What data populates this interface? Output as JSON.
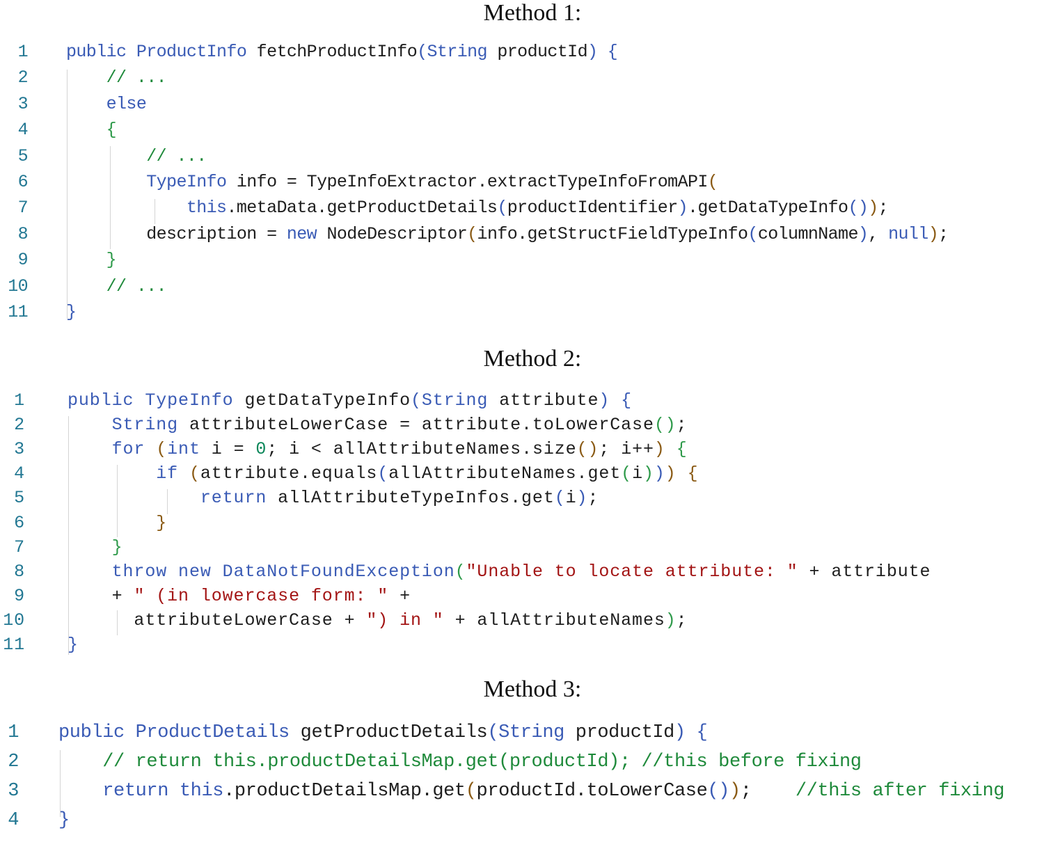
{
  "methods": [
    {
      "title": "Method 1:",
      "lines": [
        {
          "num": "1",
          "indent": "",
          "tokens": [
            [
              "kw",
              "public "
            ],
            [
              "ty",
              "ProductInfo "
            ],
            [
              "",
              "fetchProductInfo"
            ],
            [
              "b1",
              "("
            ],
            [
              "ty",
              "String "
            ],
            [
              "",
              "productId"
            ],
            [
              "b1",
              ")"
            ],
            [
              "",
              " "
            ],
            [
              "b1",
              "{"
            ]
          ]
        },
        {
          "num": "2",
          "indent": "    ",
          "tokens": [
            [
              "cm",
              "// ..."
            ]
          ]
        },
        {
          "num": "3",
          "indent": "    ",
          "tokens": [
            [
              "kw",
              "else"
            ]
          ]
        },
        {
          "num": "4",
          "indent": "    ",
          "tokens": [
            [
              "b2",
              "{"
            ]
          ]
        },
        {
          "num": "5",
          "indent": "        ",
          "tokens": [
            [
              "cm",
              "// ..."
            ]
          ]
        },
        {
          "num": "6",
          "indent": "        ",
          "tokens": [
            [
              "ty",
              "TypeInfo "
            ],
            [
              "",
              "info = TypeInfoExtractor.extractTypeInfoFromAPI"
            ],
            [
              "b3",
              "("
            ]
          ]
        },
        {
          "num": "7",
          "indent": "            ",
          "tokens": [
            [
              "kw",
              "this"
            ],
            [
              "",
              ".metaData.getProductDetails"
            ],
            [
              "b1",
              "("
            ],
            [
              "",
              "productIdentifier"
            ],
            [
              "b1",
              ")"
            ],
            [
              "",
              ".getDataTypeInfo"
            ],
            [
              "b1",
              "()"
            ],
            [
              "b3",
              ")"
            ],
            [
              "",
              ";"
            ]
          ]
        },
        {
          "num": "8",
          "indent": "        ",
          "tokens": [
            [
              "",
              "description = "
            ],
            [
              "kw",
              "new "
            ],
            [
              "",
              "NodeDescriptor"
            ],
            [
              "b3",
              "("
            ],
            [
              "",
              "info.getStructFieldTypeInfo"
            ],
            [
              "b1",
              "("
            ],
            [
              "",
              "columnName"
            ],
            [
              "b1",
              ")"
            ],
            [
              "",
              ", "
            ],
            [
              "kw",
              "null"
            ],
            [
              "b3",
              ")"
            ],
            [
              "",
              ";"
            ]
          ]
        },
        {
          "num": "9",
          "indent": "    ",
          "tokens": [
            [
              "b2",
              "}"
            ]
          ]
        },
        {
          "num": "10",
          "indent": "    ",
          "tokens": [
            [
              "cm",
              "// ..."
            ]
          ]
        },
        {
          "num": "11",
          "indent": "",
          "tokens": [
            [
              "b1",
              "}"
            ]
          ]
        }
      ]
    },
    {
      "title": "Method 2:",
      "lines": [
        {
          "num": "1",
          "indent": "",
          "tokens": [
            [
              "kw",
              "public "
            ],
            [
              "ty",
              "TypeInfo "
            ],
            [
              "",
              "getDataTypeInfo"
            ],
            [
              "b1",
              "("
            ],
            [
              "ty",
              "String "
            ],
            [
              "",
              "attribute"
            ],
            [
              "b1",
              ")"
            ],
            [
              "",
              " "
            ],
            [
              "b1",
              "{"
            ]
          ]
        },
        {
          "num": "2",
          "indent": "    ",
          "tokens": [
            [
              "ty",
              "String "
            ],
            [
              "",
              "attributeLowerCase = attribute.toLowerCase"
            ],
            [
              "b2",
              "()"
            ],
            [
              "",
              ";"
            ]
          ]
        },
        {
          "num": "3",
          "indent": "    ",
          "tokens": [
            [
              "kw",
              "for "
            ],
            [
              "b3",
              "("
            ],
            [
              "kw",
              "int "
            ],
            [
              "",
              "i = "
            ],
            [
              "num",
              "0"
            ],
            [
              "",
              "; i < allAttributeNames.size"
            ],
            [
              "b3",
              "()"
            ],
            [
              "",
              "; i++"
            ],
            [
              "b3",
              ")"
            ],
            [
              "",
              " "
            ],
            [
              "b2",
              "{"
            ]
          ]
        },
        {
          "num": "4",
          "indent": "        ",
          "tokens": [
            [
              "kw",
              "if "
            ],
            [
              "b3",
              "("
            ],
            [
              "",
              "attribute.equals"
            ],
            [
              "b1",
              "("
            ],
            [
              "",
              "allAttributeNames.get"
            ],
            [
              "b2",
              "("
            ],
            [
              "",
              "i"
            ],
            [
              "b2",
              ")"
            ],
            [
              "b1",
              ")"
            ],
            [
              "b3",
              ")"
            ],
            [
              "",
              " "
            ],
            [
              "b3",
              "{"
            ]
          ]
        },
        {
          "num": "5",
          "indent": "            ",
          "tokens": [
            [
              "kw",
              "return "
            ],
            [
              "",
              "allAttributeTypeInfos.get"
            ],
            [
              "b1",
              "("
            ],
            [
              "",
              "i"
            ],
            [
              "b1",
              ")"
            ],
            [
              "",
              ";"
            ]
          ]
        },
        {
          "num": "6",
          "indent": "        ",
          "tokens": [
            [
              "b3",
              "}"
            ]
          ]
        },
        {
          "num": "7",
          "indent": "    ",
          "tokens": [
            [
              "b2",
              "}"
            ]
          ]
        },
        {
          "num": "8",
          "indent": "    ",
          "tokens": [
            [
              "kw",
              "throw "
            ],
            [
              "kw",
              "new "
            ],
            [
              "ty",
              "DataNotFoundException"
            ],
            [
              "b2",
              "("
            ],
            [
              "str",
              "\"Unable to locate attribute: \""
            ],
            [
              "",
              " + attribute"
            ]
          ]
        },
        {
          "num": "9",
          "indent": "    ",
          "tokens": [
            [
              "",
              "+ "
            ],
            [
              "str",
              "\" (in lowercase form: \""
            ],
            [
              "",
              " +"
            ]
          ]
        },
        {
          "num": "10",
          "indent": "      ",
          "tokens": [
            [
              "",
              "attributeLowerCase + "
            ],
            [
              "str",
              "\") in \""
            ],
            [
              "",
              " + allAttributeNames"
            ],
            [
              "b2",
              ")"
            ],
            [
              "",
              ";"
            ]
          ]
        },
        {
          "num": "11",
          "indent": "",
          "tokens": [
            [
              "b1",
              "}"
            ]
          ]
        }
      ]
    },
    {
      "title": "Method 3:",
      "lines": [
        {
          "num": "1",
          "indent": "",
          "tokens": [
            [
              "kw",
              "public "
            ],
            [
              "ty",
              "ProductDetails "
            ],
            [
              "",
              "getProductDetails"
            ],
            [
              "b1",
              "("
            ],
            [
              "ty",
              "String "
            ],
            [
              "",
              "productId"
            ],
            [
              "b1",
              ")"
            ],
            [
              "",
              " "
            ],
            [
              "b1",
              "{"
            ]
          ]
        },
        {
          "num": "2",
          "indent": "    ",
          "tokens": [
            [
              "cm",
              "// return this.productDetailsMap.get(productId); //this before fixing"
            ]
          ]
        },
        {
          "num": "3",
          "indent": "    ",
          "tokens": [
            [
              "kw",
              "return "
            ],
            [
              "kw",
              "this"
            ],
            [
              "",
              ".productDetailsMap.get"
            ],
            [
              "b3",
              "("
            ],
            [
              "",
              "productId.toLowerCase"
            ],
            [
              "b1",
              "()"
            ],
            [
              "b3",
              ")"
            ],
            [
              "",
              ";    "
            ],
            [
              "cm",
              "//this after fixing"
            ]
          ]
        },
        {
          "num": "4",
          "indent": "",
          "tokens": [
            [
              "b1",
              "}"
            ]
          ]
        }
      ]
    }
  ]
}
